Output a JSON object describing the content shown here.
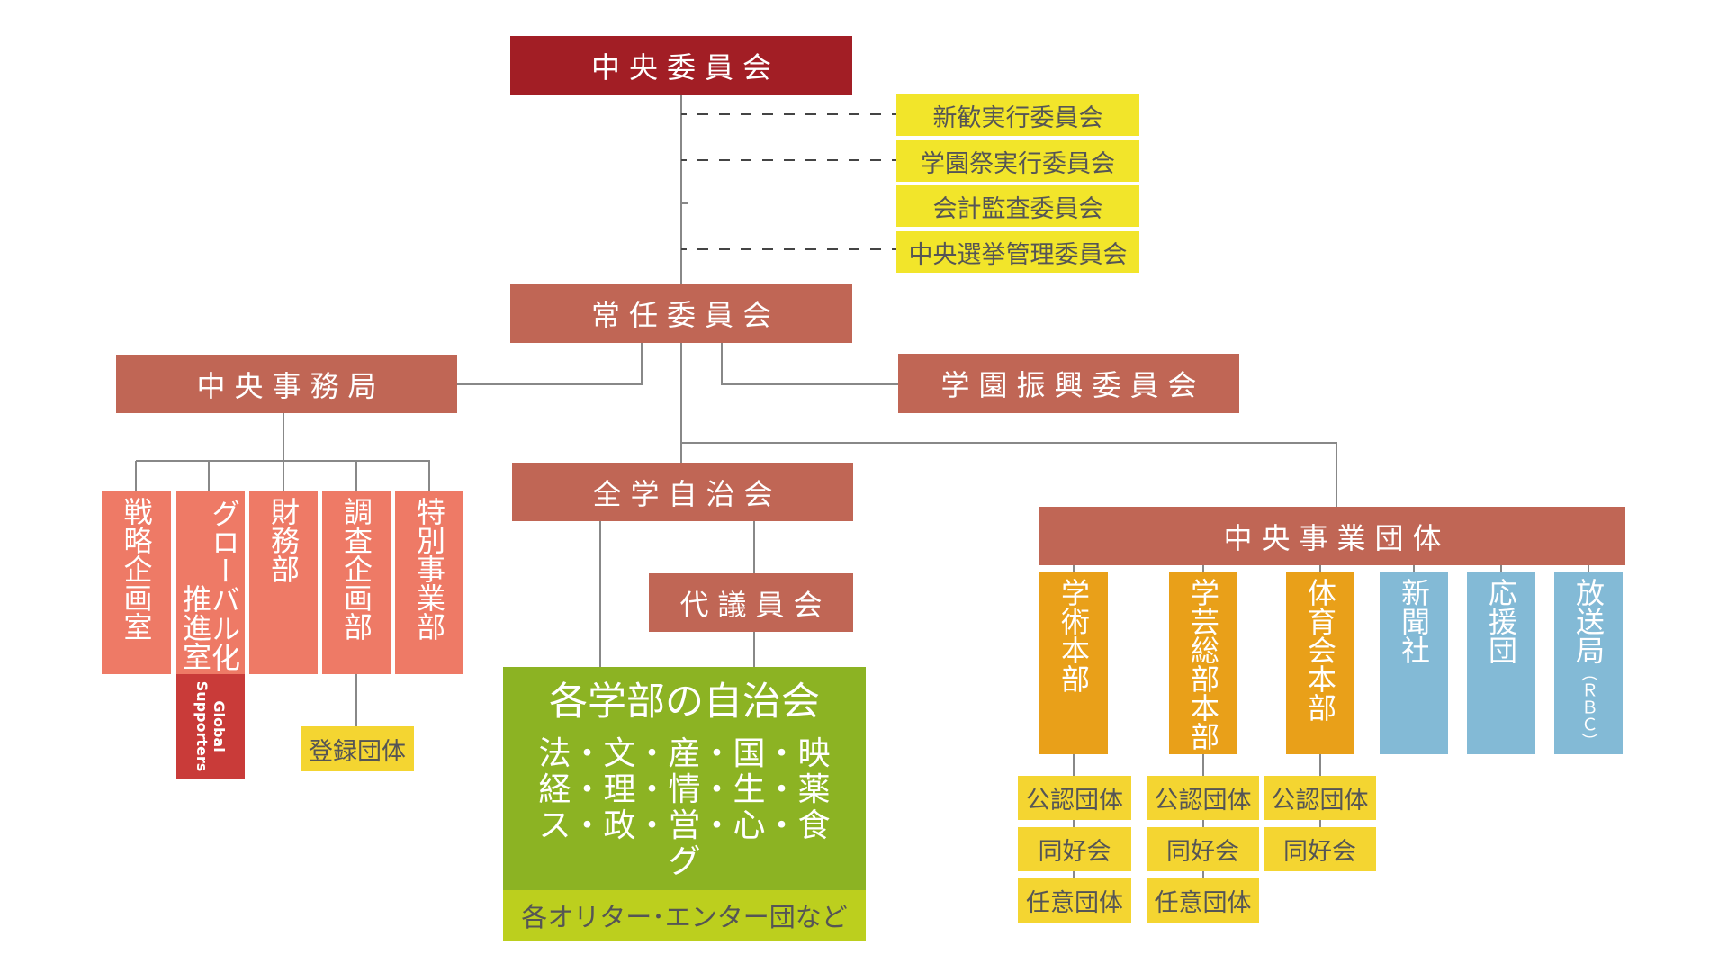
{
  "org": {
    "central_committee": "中央委員会",
    "special_committees": [
      {
        "label": "新歓実行委員会",
        "link": "dashed"
      },
      {
        "label": "学園祭実行委員会",
        "link": "dashed"
      },
      {
        "label": "会計監査委員会",
        "link": "solid-tick"
      },
      {
        "label": "中央選挙管理委員会",
        "link": "dashed"
      }
    ],
    "standing_committee": "常任委員会",
    "secretariat": {
      "label": "中央事務局",
      "departments": [
        {
          "label": "戦略企画室"
        },
        {
          "label": "グローバル化推進室",
          "columns": [
            "グローバル化",
            "推進室"
          ],
          "sub_unit": {
            "lines": [
              "Global",
              "Supporters"
            ]
          }
        },
        {
          "label": "財務部"
        },
        {
          "label": "調査企画部",
          "child": "登録団体"
        },
        {
          "label": "特別事業部"
        }
      ]
    },
    "promotion_committee": "学園振興委員会",
    "student_government": {
      "label": "全学自治会",
      "council": "代議員会",
      "faculty_councils": {
        "title": "各学部の自治会",
        "rows": [
          "法・文・産・国・映",
          "経・理・情・生・薬",
          "ス・政・営・心・食",
          "グ"
        ],
        "footer": "各オリター･エンター団など"
      }
    },
    "business_groups": {
      "label": "中央事業団体",
      "units": [
        {
          "label": "学術本部",
          "type": "headquarters",
          "children": [
            "公認団体",
            "同好会",
            "任意団体"
          ]
        },
        {
          "label": "学芸総部本部",
          "type": "headquarters",
          "children": [
            "公認団体",
            "同好会",
            "任意団体"
          ]
        },
        {
          "label": "体育会本部",
          "type": "headquarters",
          "children": [
            "公認団体",
            "同好会"
          ]
        },
        {
          "label": "新聞社",
          "type": "media"
        },
        {
          "label": "応援団",
          "type": "media"
        },
        {
          "label": "放送局",
          "suffix": "（ＲＢＣ）",
          "type": "media"
        }
      ]
    }
  },
  "colors": {
    "central": "#A21E25",
    "primary": "#C06655",
    "department": "#EE7A66",
    "global_supporters": "#C93B39",
    "committee_yellow": "#F2E52A",
    "group_yellow": "#F4D531",
    "headquarters_orange": "#E9A019",
    "media_blue": "#83BAD6",
    "faculty_green": "#8CB323",
    "faculty_footer": "#BCCF1E",
    "text_dark": "#555555",
    "line": "#888888",
    "dash": "#444444"
  }
}
